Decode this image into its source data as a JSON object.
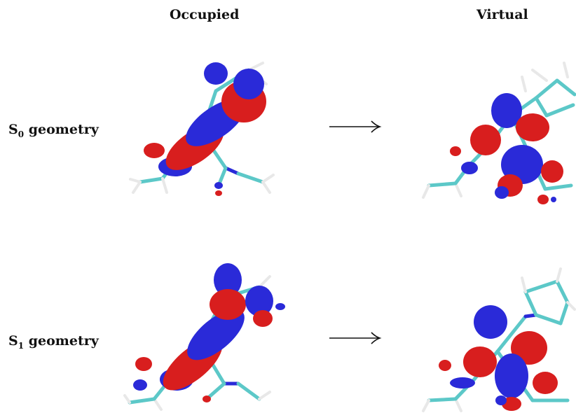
{
  "headers": {
    "occupied": "Occupied",
    "virtual": "Virtual"
  },
  "rows": [
    {
      "state": "S",
      "subscript": "0",
      "suffix": " geometry"
    },
    {
      "state": "S",
      "subscript": "1",
      "suffix": " geometry"
    }
  ],
  "colors": {
    "lobe_positive": "#2a2ad8",
    "lobe_negative": "#d81e1e",
    "bond_carbon": "#5cc8c8",
    "bond_hydrogen": "#e8e8e8",
    "bond_nitrogen": "#2a2ad8",
    "arrow": "#111111"
  }
}
